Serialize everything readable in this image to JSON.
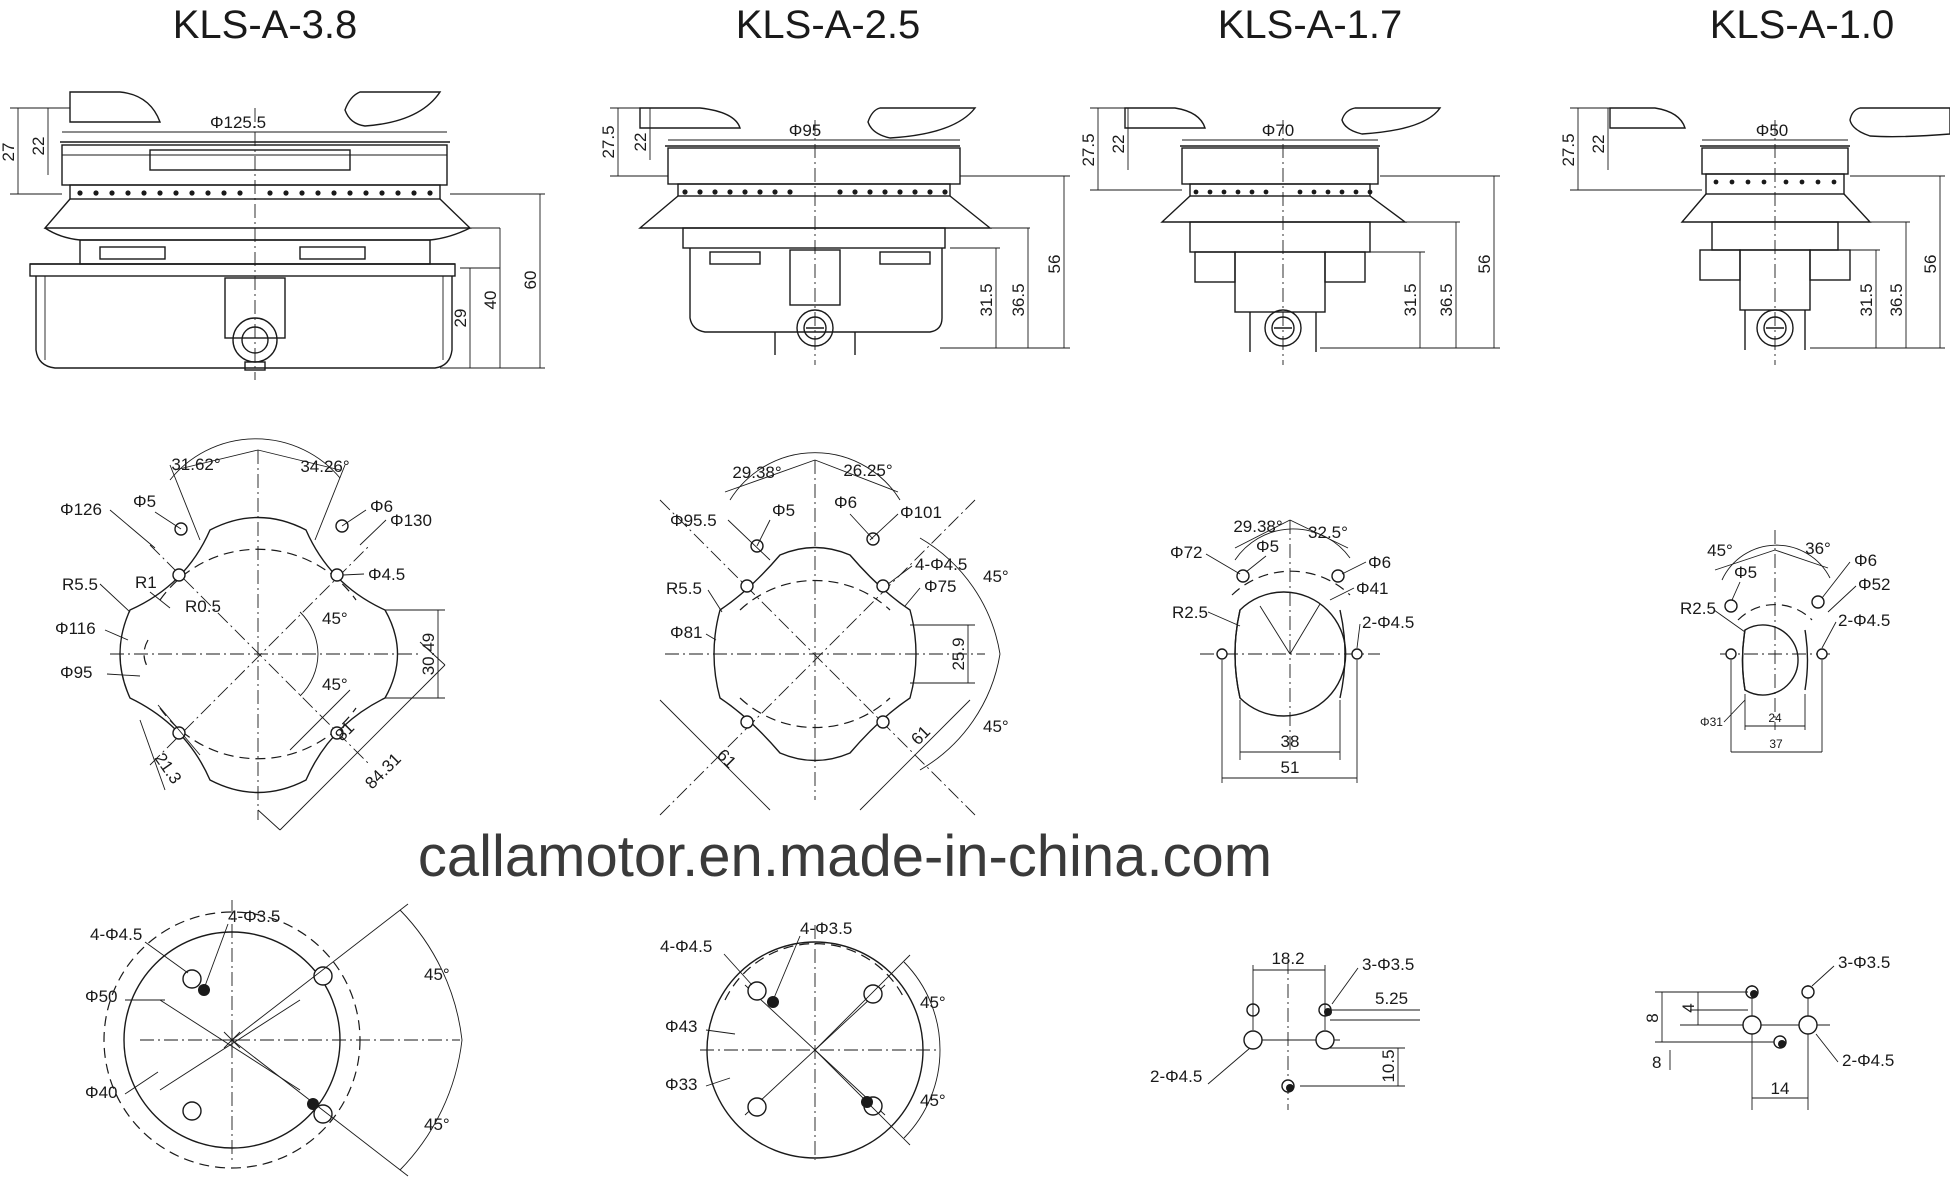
{
  "models": [
    {
      "title": "KLS-A-3.8",
      "side": {
        "dia": "Φ125.5",
        "h27": "27",
        "h22": "22",
        "h60": "60",
        "h29": "29",
        "h40": "40"
      },
      "top": {
        "a1": "31.62°",
        "a2": "34.26°",
        "phi126": "Φ126",
        "phi5": "Φ5",
        "phi6": "Φ6",
        "phi130": "Φ130",
        "r55": "R5.5",
        "r1": "R1",
        "r05": "R0.5",
        "phi45": "Φ4.5",
        "phi116": "Φ116",
        "phi95": "Φ95",
        "ang45a": "45°",
        "ang45b": "45°",
        "d3049": "30.49",
        "d213": "21.3",
        "d81": "81",
        "d8431": "84.31"
      },
      "base": {
        "h4": "4-Φ4.5",
        "h3": "4-Φ3.5",
        "phi50": "Φ50",
        "phi40": "Φ40",
        "a1": "45°",
        "a2": "45°"
      }
    },
    {
      "title": "KLS-A-2.5",
      "side": {
        "dia": "Φ95",
        "h275": "27.5",
        "h22": "22",
        "h56": "56",
        "h315": "31.5",
        "h365": "36.5"
      },
      "top": {
        "a1": "29.38°",
        "a2": "26.25°",
        "phi955": "Φ95.5",
        "phi5": "Φ5",
        "phi6": "Φ6",
        "phi101": "Φ101",
        "h4": "4-Φ4.5",
        "r55": "R5.5",
        "phi75": "Φ75",
        "ang45a": "45°",
        "phi81": "Φ81",
        "d259": "25.9",
        "d61a": "61",
        "d61b": "61",
        "ang45b": "45°"
      },
      "base": {
        "h4": "4-Φ4.5",
        "h3": "4-Φ3.5",
        "phi43": "Φ43",
        "phi33": "Φ33",
        "a1": "45°",
        "a2": "45°"
      }
    },
    {
      "title": "KLS-A-1.7",
      "side": {
        "dia": "Φ70",
        "h275": "27.5",
        "h22": "22",
        "h56": "56",
        "h315": "31.5",
        "h365": "36.5"
      },
      "top": {
        "phi72": "Φ72",
        "a1": "29.38°",
        "phi5": "Φ5",
        "a2": "32.5°",
        "phi6": "Φ6",
        "phi41": "Φ41",
        "r25": "R2.5",
        "h2": "2-Φ4.5",
        "d38": "38",
        "d51": "51"
      },
      "base": {
        "d182": "18.2",
        "h3": "3-Φ3.5",
        "d525": "5.25",
        "h2": "2-Φ4.5",
        "d105": "10.5"
      }
    },
    {
      "title": "KLS-A-1.0",
      "side": {
        "dia": "Φ50",
        "h275": "27.5",
        "h22": "22",
        "h56": "56",
        "h315": "31.5",
        "h365": "36.5"
      },
      "top": {
        "a1": "45°",
        "a2": "36°",
        "phi6": "Φ6",
        "phi5": "Φ5",
        "phi52": "Φ52",
        "r25": "R2.5",
        "h2": "2-Φ4.5",
        "phi31": "Φ31",
        "d24": "24",
        "d37": "37"
      },
      "base": {
        "h3": "3-Φ3.5",
        "d8a": "8",
        "d4": "4",
        "d8b": "8",
        "h2": "2-Φ4.5",
        "d14": "14"
      }
    }
  ],
  "watermark": "callamotor.en.made-in-china.com"
}
